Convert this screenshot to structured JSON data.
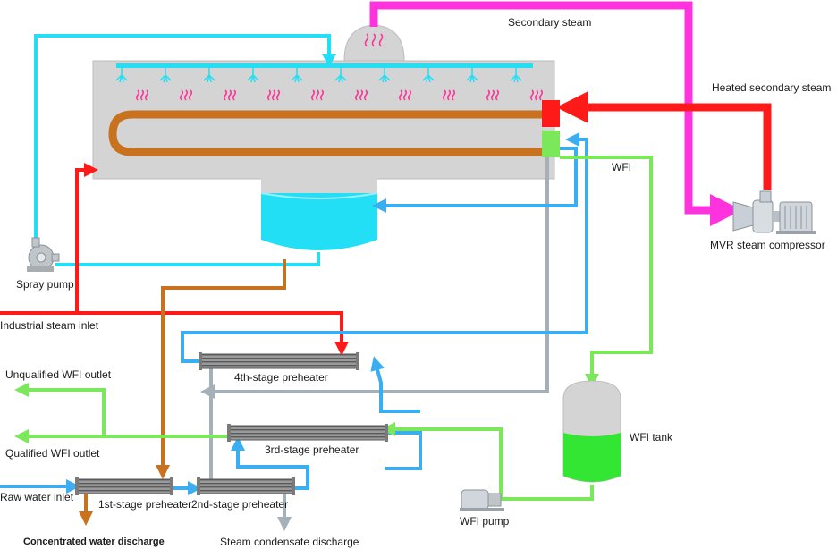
{
  "labels": {
    "secondary_steam": "Secondary steam",
    "heated_secondary_steam": "Heated secondary steam",
    "mvr_compressor": "MVR steam compressor",
    "wfi": "WFI",
    "wfi_tank": "WFI tank",
    "wfi_pump": "WFI pump",
    "spray_pump": "Spray pump",
    "industrial_steam_inlet": "Industrial steam inlet",
    "unqualified_wfi_outlet": "Unqualified WFI outlet",
    "qualified_wfi_outlet": "Qualified WFI outlet",
    "raw_water_inlet": "Raw water inlet",
    "concentrated_water_discharge": "Concentrated water discharge",
    "steam_condensate_discharge": "Steam condensate discharge",
    "preheater_1": "1st-stage preheater",
    "preheater_2": "2nd-stage preheater",
    "preheater_3": "3rd-stage preheater",
    "preheater_4": "4th-stage preheater"
  },
  "colors": {
    "steam_red": "#ff1a1a",
    "secondary_magenta": "#ff33dd",
    "spray_cyan": "#22dff5",
    "water_blue": "#3aaef0",
    "wfi_green": "#7ae85a",
    "condensate_gray": "#a5b0b8",
    "concentrate_brown": "#c8711e",
    "vessel_gray": "#d4d4d4"
  }
}
